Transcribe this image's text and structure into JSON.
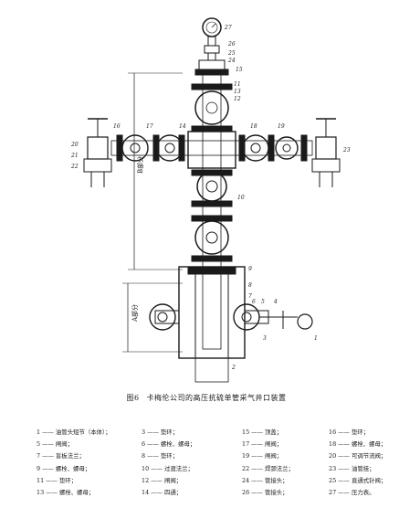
{
  "figure": {
    "number": "图6",
    "caption": "卡梅伦公司的高压抗硫单管采气井口装置",
    "dims": {
      "b": "B部分",
      "a": "A部分"
    }
  },
  "callouts": [
    "1",
    "2",
    "3",
    "4",
    "5",
    "6",
    "7",
    "8",
    "9",
    "10",
    "11",
    "12",
    "13",
    "14",
    "15",
    "16",
    "17",
    "18",
    "19",
    "20",
    "21",
    "22",
    "23",
    "24",
    "25",
    "26",
    "27"
  ],
  "legend": [
    [
      "1 —— 油管头短节（本体）；",
      "3 —— 垫环；",
      "15 —— 顶盖；",
      "16 —— 垫环；"
    ],
    [
      "5 —— 闸阀；",
      "6 —— 螺栓、螺母；",
      "17 —— 闸阀；",
      "18 —— 螺栓、螺母；"
    ],
    [
      "7 —— 盲板法兰；",
      "8 —— 垫环；",
      "19 —— 闸阀；",
      "20 —— 可调节流阀；"
    ],
    [
      "9 —— 螺栓、螺母；",
      "10 —— 过渡法兰；",
      "22 —— 焊颈法兰；",
      "23 —— 油管挂；"
    ],
    [
      "11 —— 垫环；",
      "12 —— 闸阀；",
      "24 —— 管接头；",
      "25 —— 直通式针阀；"
    ],
    [
      "13 —— 螺栓、螺母；",
      "14 —— 四通；",
      "26 —— 管接头；",
      "27 —— 压力表。"
    ]
  ]
}
